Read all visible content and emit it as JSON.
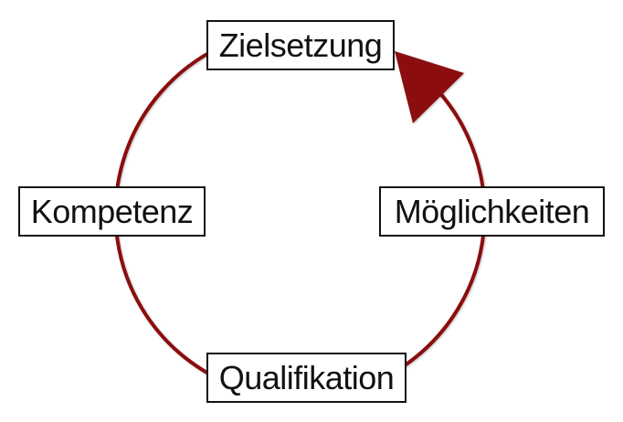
{
  "diagram": {
    "type": "cycle",
    "arc_color": "#8b1010",
    "nodes": [
      {
        "label": "Zielsetzung"
      },
      {
        "label": "Möglichkeiten"
      },
      {
        "label": "Qualifikation"
      },
      {
        "label": "Kompetenz"
      }
    ],
    "direction": "Kompetenz → Zielsetzung → … arrow pointing into Zielsetzung from Möglichkeiten"
  }
}
